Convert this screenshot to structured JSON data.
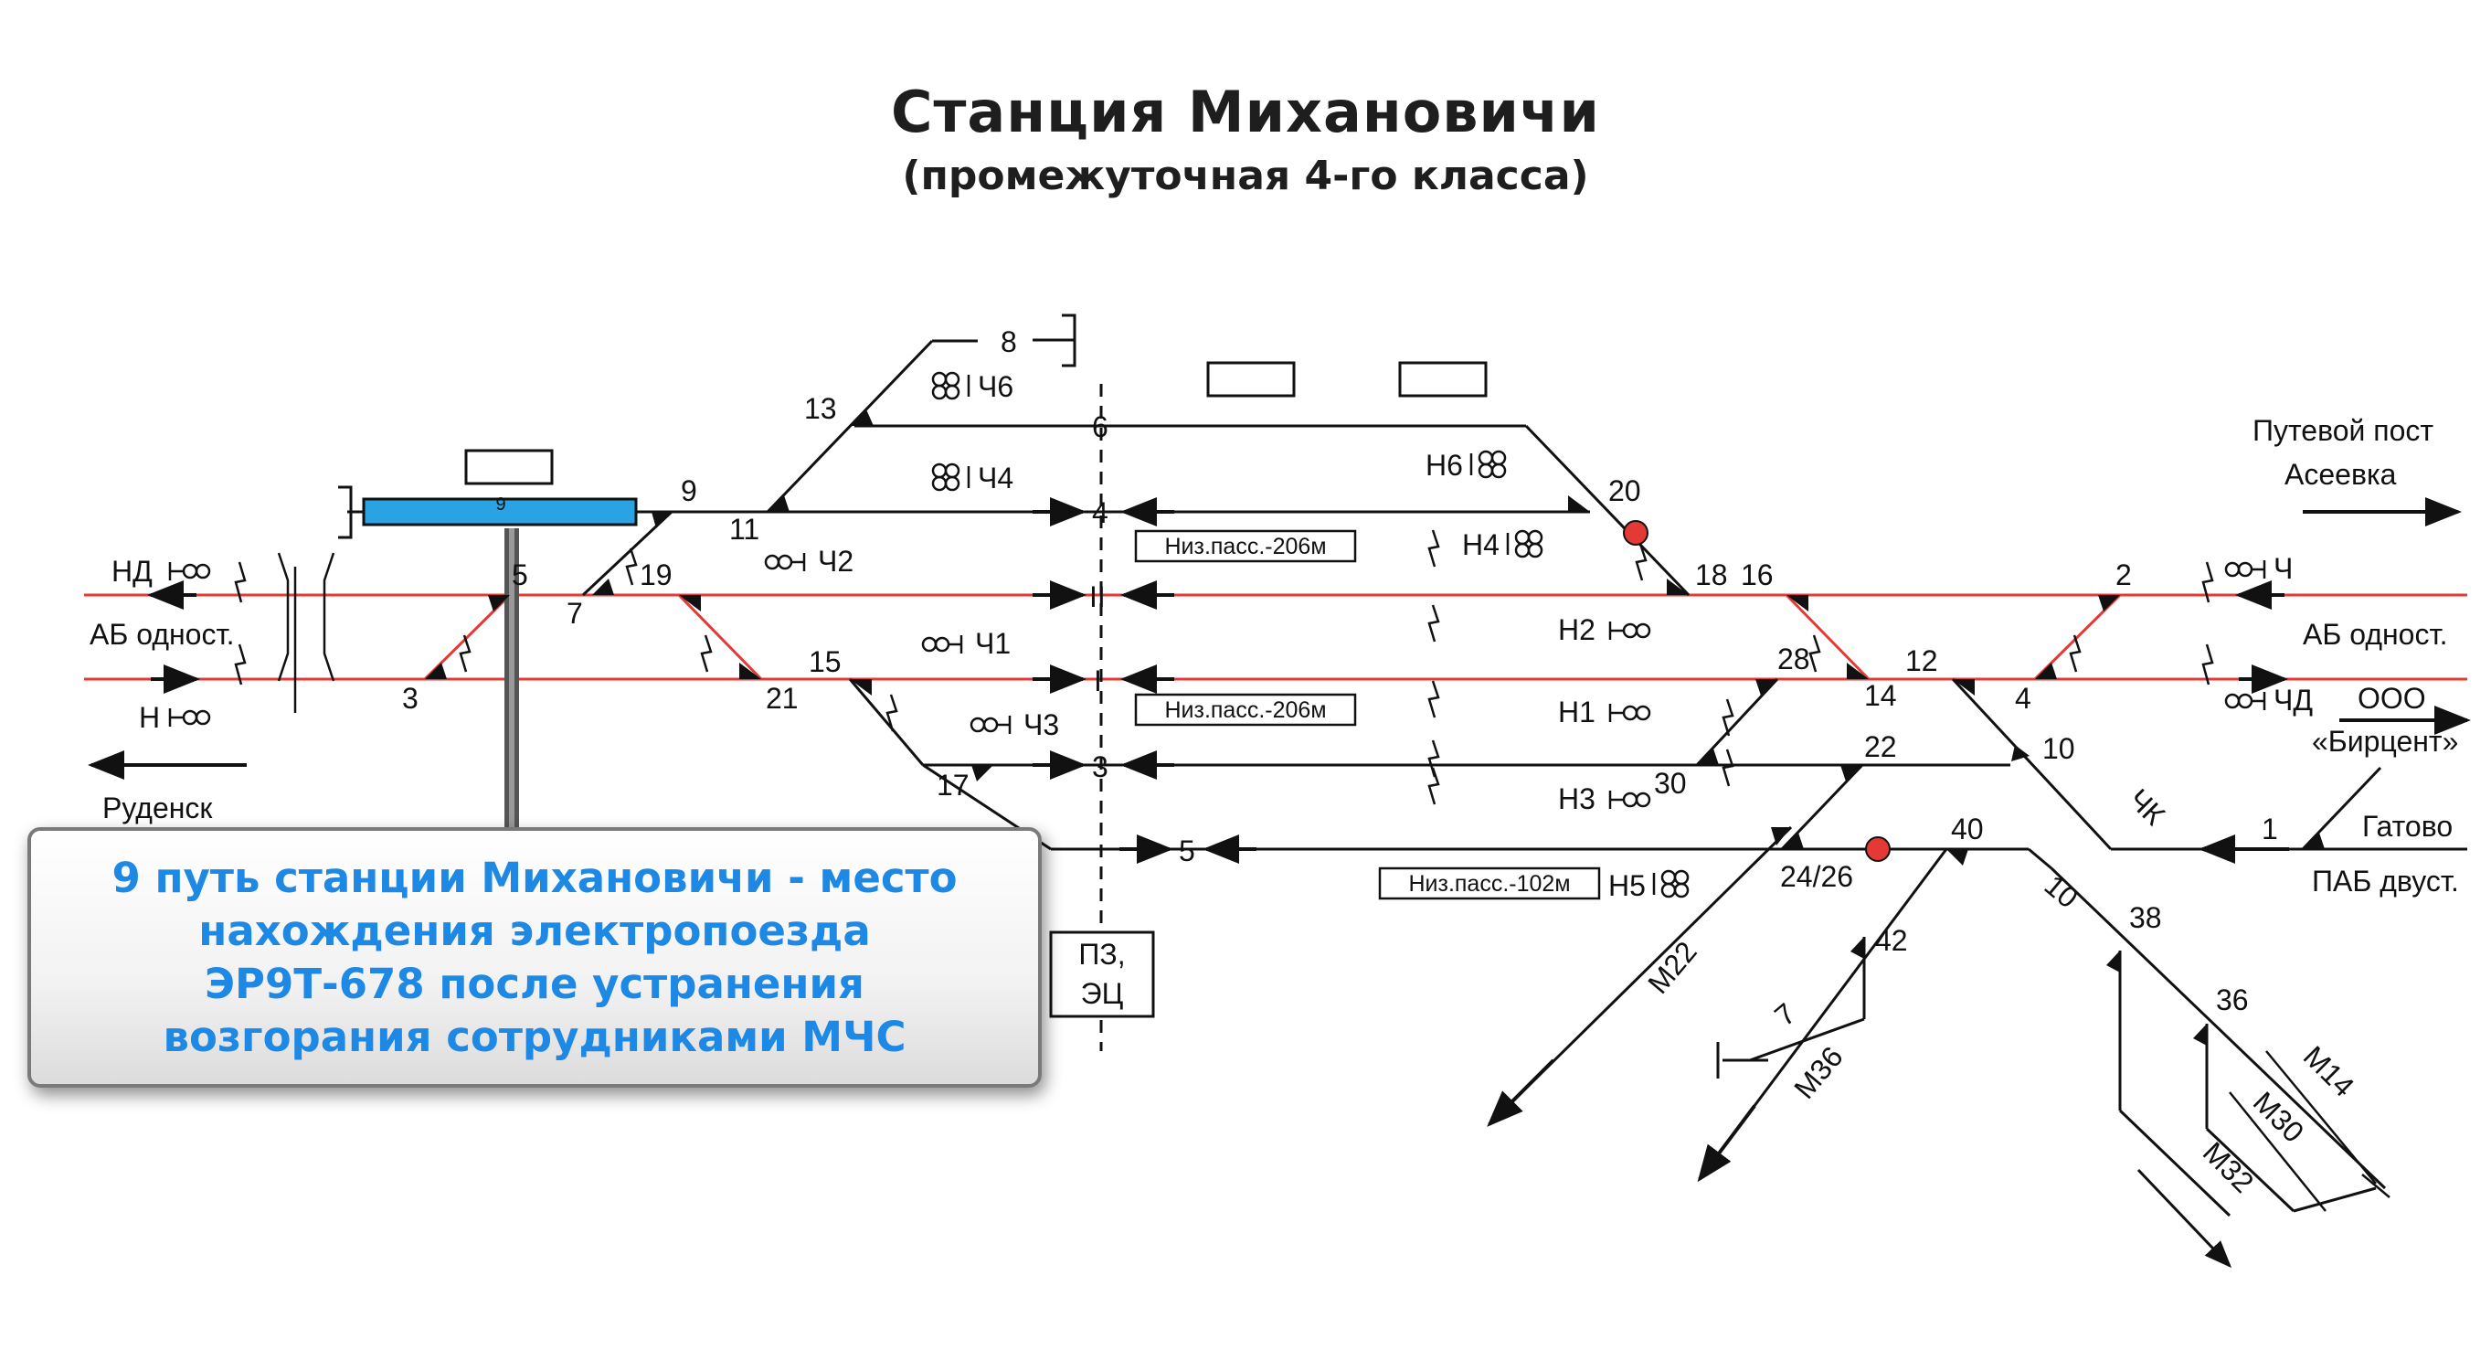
{
  "title": "Станция Михановичи",
  "subtitle": "(промежуточная 4-го класса)",
  "callout": {
    "text": "9 путь станции Михановичи - место\nнахождения электропоезда\nЭР9Т-678 после устранения\nвозгорания сотрудниками МЧС"
  },
  "colors": {
    "track": "#111111",
    "main_track": "#e53935",
    "highlight_track": "#29a3e3",
    "signal_red": "#e53935",
    "callout_text": "#1e88e5"
  },
  "tracks": {
    "t1": "1",
    "t2": "2",
    "t3": "3",
    "t4": "4",
    "t5": "5",
    "t6": "6",
    "t7": "7",
    "t8": "8",
    "t9": "9",
    "t10": "10",
    "tI": "I",
    "tII": "II",
    "t9car": "9"
  },
  "switches": {
    "s1": "1",
    "s2": "2",
    "s3": "3",
    "s4": "4",
    "s5": "5",
    "s7": "7",
    "s9": "9",
    "s10": "10",
    "s11": "11",
    "s12": "12",
    "s13": "13",
    "s14": "14",
    "s15": "15",
    "s16": "16",
    "s17": "17",
    "s18": "18",
    "s19": "19",
    "s20": "20",
    "s21": "21",
    "s22": "22",
    "s2426": "24/26",
    "s28": "28",
    "s30": "30",
    "s36": "36",
    "s38": "38",
    "s40": "40",
    "s42": "42"
  },
  "signals": {
    "ND": "НД",
    "N": "Н",
    "CH": "Ч",
    "CHD": "ЧД",
    "CHK": "ЧК",
    "CH1": "Ч1",
    "CH2": "Ч2",
    "CH3": "Ч3",
    "CH4": "Ч4",
    "CH6": "Ч6",
    "N1": "Н1",
    "N2": "Н2",
    "N3": "Н3",
    "N4": "Н4",
    "N5": "Н5",
    "N6": "Н6",
    "M14": "М14",
    "M22": "М22",
    "M30": "М30",
    "M32": "М32",
    "M36": "М36"
  },
  "platforms": {
    "p1": "Низ.пасс.-206м",
    "p2": "Низ.пасс.-206м",
    "p3": "Низ.пасс.-102м"
  },
  "directions": {
    "ab_left": "АБ одност.",
    "rudensk": "Руденск",
    "post_line1": "Путевой пост",
    "post_line2": "Асеевка",
    "ab_right": "АБ одност.",
    "ooo": "ООО",
    "birtsent": "«Бирцент»",
    "gatovo": "Гатово",
    "pab": "ПАБ двуст."
  },
  "post": {
    "line1": "ПЗ,",
    "line2": "ЭЦ"
  }
}
